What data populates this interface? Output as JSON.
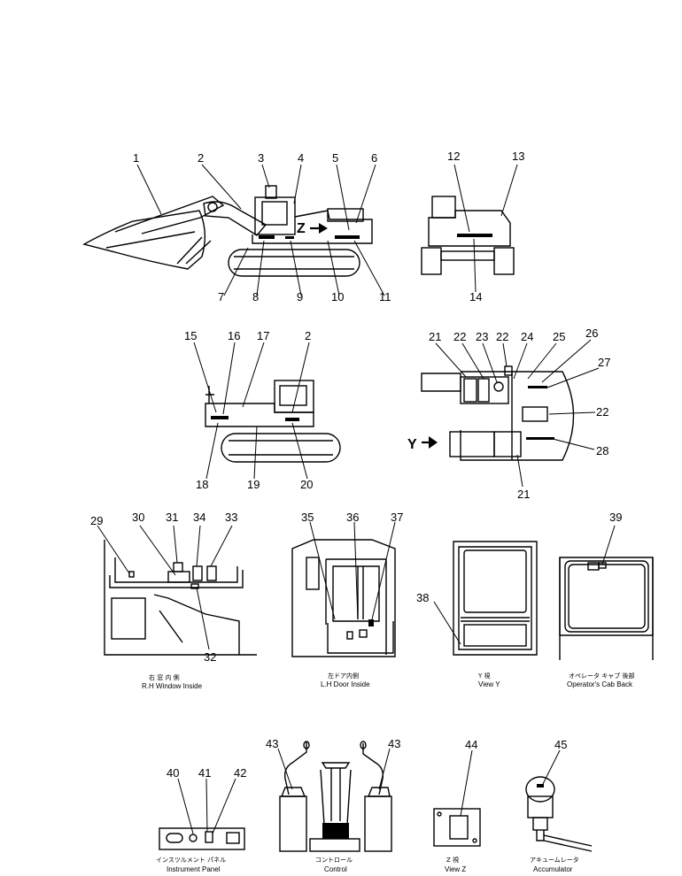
{
  "callouts": [
    "1",
    "2",
    "3",
    "4",
    "5",
    "6",
    "7",
    "8",
    "9",
    "10",
    "11",
    "12",
    "13",
    "14",
    "15",
    "16",
    "17",
    "2",
    "18",
    "19",
    "20",
    "21",
    "22",
    "23",
    "22",
    "24",
    "25",
    "26",
    "27",
    "22",
    "28",
    "21",
    "29",
    "30",
    "31",
    "34",
    "33",
    "32",
    "35",
    "36",
    "37",
    "38",
    "39",
    "40",
    "41",
    "42",
    "43",
    "43",
    "44",
    "45"
  ],
  "view_markers": {
    "z": "Z",
    "y": "Y"
  },
  "captions": {
    "rh_window_jp": "右 窓 内 側",
    "rh_window_en": "R.H Window Inside",
    "lh_door_jp": "左ドア内側",
    "lh_door_en": "L.H Door Inside",
    "view_y_jp": "Y 視",
    "view_y_en": "View Y",
    "cab_back_jp": "オペレータ キャブ 後部",
    "cab_back_en": "Operator's Cab Back",
    "instrument_jp": "インスツルメント パネル",
    "instrument_en": "Instrument Panel",
    "control_jp": "コントロール",
    "control_en": "Control",
    "view_z_jp": "Z 視",
    "view_z_en": "View Z",
    "accumulator_jp": "アキュームレータ",
    "accumulator_en": "Accumulator"
  }
}
